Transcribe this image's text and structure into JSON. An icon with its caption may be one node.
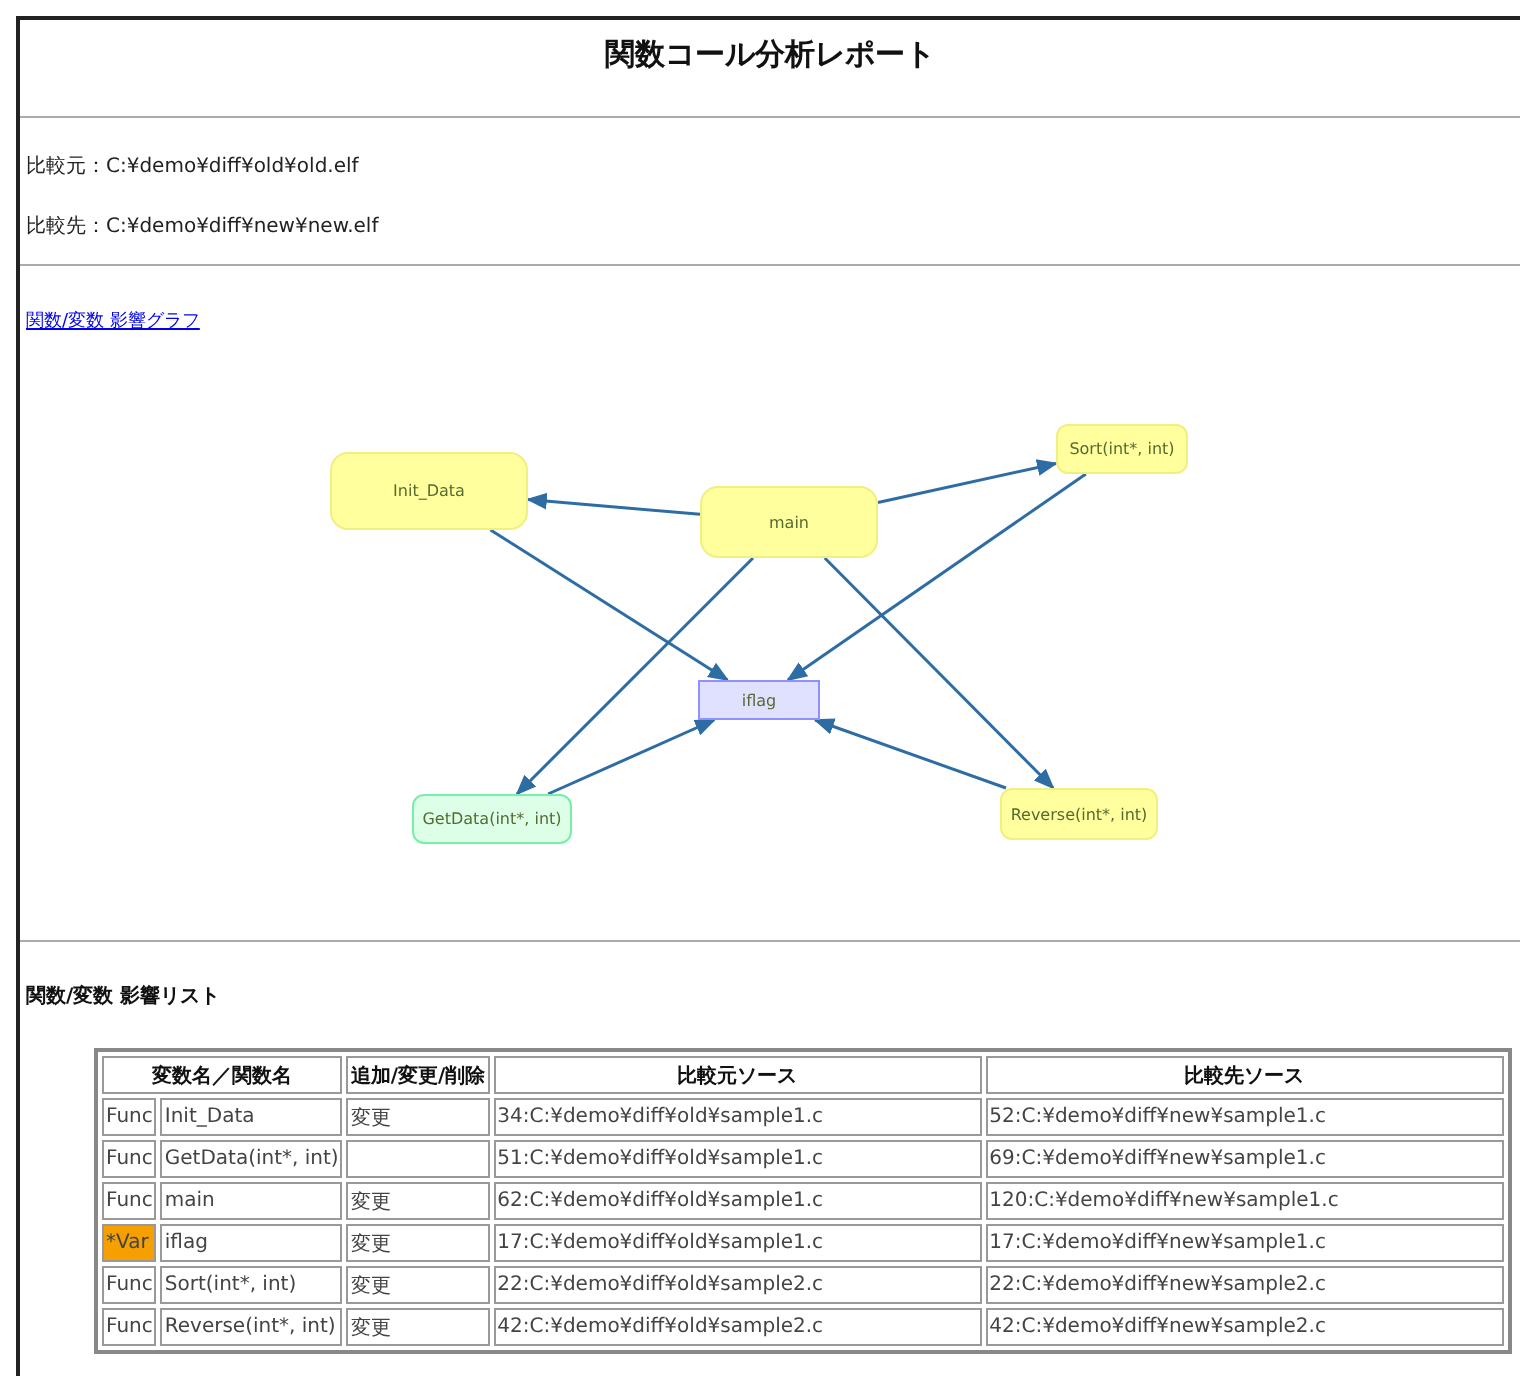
{
  "diagram": {
    "title": "関数コール分析レポート",
    "nodes": [
      {
        "text": [
          "Init_Data"
        ]
      },
      {
        "text": [
          "main"
        ]
      },
      {
        "text": [
          "Sort(int*, int)"
        ]
      },
      {
        "text": [
          "iflag"
        ]
      },
      {
        "text": [
          "GetData(int*, int)"
        ]
      },
      {
        "text": [
          "Reverse(int*, int)"
        ]
      }
    ],
    "edges": [
      {
        "from": 1,
        "to": 0,
        "arrow": "to"
      },
      {
        "from": 1,
        "to": 2,
        "arrow": "to"
      },
      {
        "from": 0,
        "to": 3,
        "arrow": "to"
      },
      {
        "from": 1,
        "to": 4,
        "arrow": "to"
      },
      {
        "from": 1,
        "to": 5,
        "arrow": "to"
      },
      {
        "from": 2,
        "to": 3,
        "arrow": "to"
      },
      {
        "from": 4,
        "to": 3,
        "arrow": "to"
      },
      {
        "from": 5,
        "to": 3,
        "arrow": "to"
      }
    ],
    "labels": [
      "比較元：C:¥demo¥diff¥old¥old.elf",
      "比較先：C:¥demo¥diff¥new¥new.elf",
      "関数/変数 影響グラフ",
      "関数/変数 影響リスト",
      "変数名／関数名",
      "追加/変更/削除",
      "比較元ソース",
      "比較先ソース",
      "Func",
      "Init_Data",
      "変更",
      "34:C:¥demo¥diff¥old¥sample1.c",
      "52:C:¥demo¥diff¥new¥sample1.c",
      "Func",
      "GetData(int*, int)",
      "51:C:¥demo¥diff¥old¥sample1.c",
      "69:C:¥demo¥diff¥new¥sample1.c",
      "Func",
      "main",
      "変更",
      "62:C:¥demo¥diff¥old¥sample1.c",
      "120:C:¥demo¥diff¥new¥sample1.c",
      "*Var",
      "iflag",
      "変更",
      "17:C:¥demo¥diff¥old¥sample1.c",
      "17:C:¥demo¥diff¥new¥sample1.c",
      "Func",
      "Sort(int*, int)",
      "変更",
      "22:C:¥demo¥diff¥old¥sample2.c",
      "22:C:¥demo¥diff¥new¥sample2.c",
      "Func",
      "Reverse(int*, int)",
      "変更",
      "42:C:¥demo¥diff¥old¥sample2.c",
      "42:C:¥demo¥diff¥new¥sample2.c"
    ]
  }
}
